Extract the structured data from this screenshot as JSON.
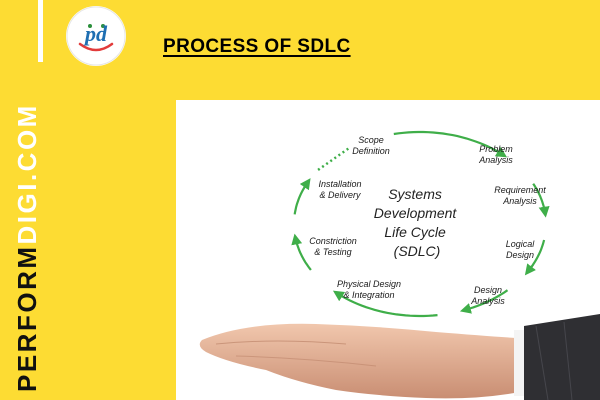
{
  "header": {
    "title": "PROCESS OF SDLC"
  },
  "brand": {
    "part1": "PERFORM",
    "part2": "DIGI.COM"
  },
  "logo": {
    "icon": "pd-logo-icon",
    "text": "pd"
  },
  "colors": {
    "background": "#FDDC33",
    "arrow": "#3FAE49",
    "brand_accent": "#ffffff"
  },
  "diagram": {
    "center": [
      "Systems",
      "Development",
      "Life Cycle",
      "(SDLC)"
    ],
    "stages": [
      [
        "Scope",
        "Definition"
      ],
      [
        "Problem",
        "Analysis"
      ],
      [
        "Requirement",
        "Analysis"
      ],
      [
        "Logical",
        "Design"
      ],
      [
        "Design",
        "Analysis"
      ],
      [
        "Physical Design",
        "& Integration"
      ],
      [
        "Constriction",
        "& Testing"
      ],
      [
        "Installation",
        "& Delivery"
      ]
    ]
  }
}
